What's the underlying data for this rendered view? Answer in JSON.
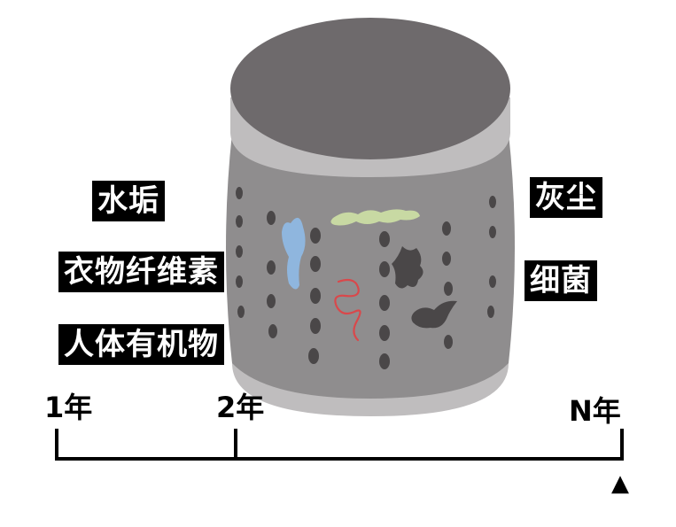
{
  "labels": {
    "left": [
      "水垢",
      "衣物纤维素",
      "人体有机物"
    ],
    "right": [
      "灰尘",
      "细菌"
    ]
  },
  "timeline": {
    "ticks": [
      "1年",
      "2年",
      "N年"
    ],
    "arrow_glyph": "▲"
  },
  "colors": {
    "drum_top": "#6e6a6c",
    "drum_body": "#8f8d8e",
    "drum_rim": "#bfbdbe",
    "holes": "#4a4748",
    "scale_blue": "#8fb6de",
    "fiber_green": "#c8d9a3",
    "hair_red": "#d9484b",
    "dust_dark": "#4a4748"
  }
}
